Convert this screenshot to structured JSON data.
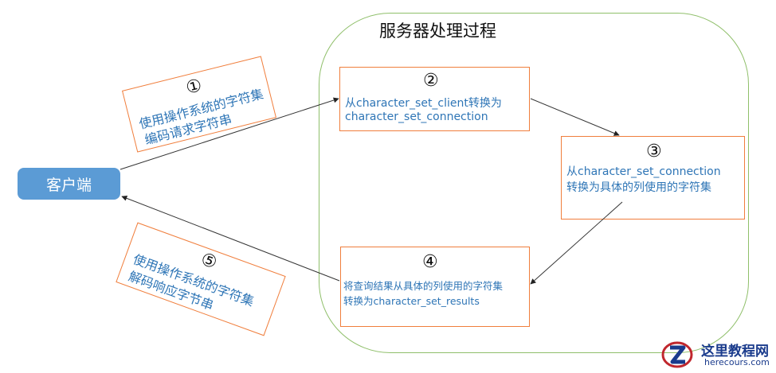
{
  "server": {
    "title": "服务器处理过程"
  },
  "client": {
    "label": "客户端"
  },
  "steps": {
    "s1": {
      "num": "①",
      "line1": "使用操作系统的字符集",
      "line2": "编码请求字符串"
    },
    "s2": {
      "num": "②",
      "line1": "从character_set_client转换为",
      "line2": "character_set_connection"
    },
    "s3": {
      "num": "③",
      "line1": "从character_set_connection",
      "line2": "转换为具体的列使用的字符集"
    },
    "s4": {
      "num": "④",
      "line1": "将查询结果从具体的列使用的字符集",
      "line2": "转换为character_set_results"
    },
    "s5": {
      "num": "⑤",
      "line1": "使用操作系统的字符集",
      "line2": "解码响应字节串"
    }
  },
  "watermark": {
    "name": "这里教程网",
    "url": "herecours.com"
  },
  "colors": {
    "client_fill": "#5b9bd5",
    "box_border": "#f07e3c",
    "server_border": "#8fbf6a",
    "step_text": "#2e75b6"
  }
}
